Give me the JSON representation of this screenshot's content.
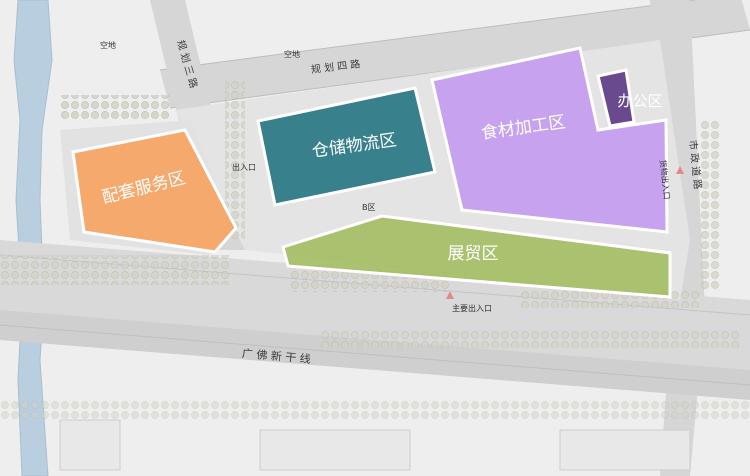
{
  "zones": {
    "service": {
      "label": "配套服务区",
      "color": "#f7a15c"
    },
    "logistics": {
      "label": "仓储物流区",
      "color": "#2e7a86"
    },
    "food": {
      "label": "食材加工区",
      "color": "#c49cf0"
    },
    "office": {
      "label": "办公区",
      "color": "#6a4a8e"
    },
    "expo": {
      "label": "展贸区",
      "color": "#a3bd62"
    }
  },
  "roads": {
    "north": "规 划 四 路",
    "west": "规 划 三 路",
    "east": "市 政 道 路",
    "south": "广 佛 新 干 线"
  },
  "labels": {
    "open_space_1": "空地",
    "open_space_2": "空地",
    "main_entrance": "主要出入口",
    "cargo_entrance": "货物出入口",
    "entrance_small": "出入口",
    "building_b": "B区"
  },
  "colors": {
    "road": "#d4d4d4",
    "river": "#b9cfe0",
    "tree": "#c8c8b8"
  }
}
